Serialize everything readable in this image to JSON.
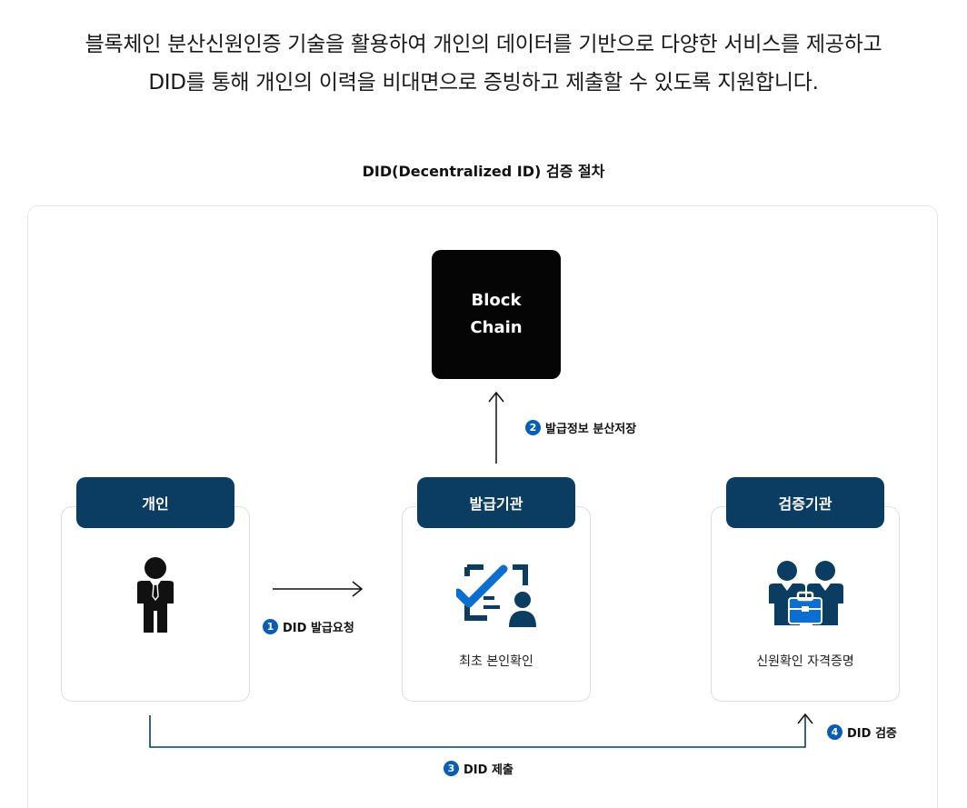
{
  "intro": {
    "line1": "블록체인 분산신원인증 기술을 활용하여 개인의 데이터를 기반으로 다양한 서비스를 제공하고",
    "line2": "DID를 통해 개인의 이력을 비대면으로 증빙하고 제출할 수 있도록 지원합니다."
  },
  "diagram": {
    "title": "DID(Decentralized ID) 검증 절차",
    "blockchain": {
      "line1": "Block",
      "line2": "Chain"
    },
    "nodes": {
      "personal": {
        "label": "개인",
        "caption": "",
        "icon": "person-icon"
      },
      "issuer": {
        "label": "발급기관",
        "caption": "최초 본인확인",
        "icon": "id-verification-icon"
      },
      "verifier": {
        "label": "검증기관",
        "caption": "신원확인 자격증명",
        "icon": "verifier-team-icon"
      }
    },
    "steps": [
      {
        "num": "1",
        "label": "DID 발급요청"
      },
      {
        "num": "2",
        "label": "발급정보 분산저장"
      },
      {
        "num": "3",
        "label": "DID 제출"
      },
      {
        "num": "4",
        "label": "DID 검증"
      }
    ],
    "colors": {
      "primary": "#0b3c61",
      "step_badge": "#0a5db5",
      "blockchain": "#050505",
      "accent_icon": "#0b6fd1"
    }
  }
}
